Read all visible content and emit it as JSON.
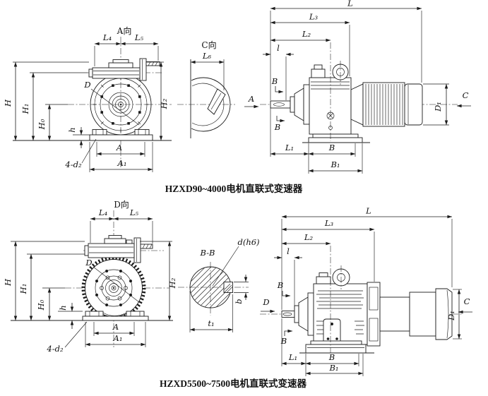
{
  "colors": {
    "ink": "#1c1c1c",
    "background": "#ffffff"
  },
  "top": {
    "caption": "HZXD90~4000电机直联式变速器",
    "front": {
      "view_label": "A向",
      "dim_d": "D",
      "dim_l4": "L₄",
      "dim_l5": "L₅",
      "dim_h": "H",
      "dim_h1": "H₁",
      "dim_h0": "H₀",
      "dim_h_small": "h",
      "dim_h2": "H₂",
      "dim_a": "A",
      "dim_a1": "A₁",
      "foot_holes": "4-d₂"
    },
    "aux": {
      "view_label": "C向",
      "dim_l6": "L₆",
      "arrow_a": "A"
    },
    "side": {
      "dim_l": "L",
      "dim_l3": "L₃",
      "dim_l2": "L₂",
      "dim_l_small": "l",
      "section_b_top": "B",
      "section_b_bottom": "B",
      "dim_l1": "L₁",
      "dim_b": "B",
      "dim_b1": "B₁",
      "dim_d1": "D₁",
      "arrow_c": "C"
    }
  },
  "bottom": {
    "caption": "HZXD5500~7500电机直联式变速器",
    "front": {
      "view_label": "D向",
      "dim_d": "D",
      "dim_l4": "L₄",
      "dim_l5": "L₅",
      "dim_h": "H",
      "dim_h1": "H₁",
      "dim_h0": "H₀",
      "dim_h_small": "h",
      "dim_h2": "H₂",
      "dim_a": "A",
      "dim_a1": "A₁",
      "foot_holes": "4-d₂"
    },
    "section": {
      "view_label": "B-B",
      "dim_d": "d(h6)",
      "dim_b": "b",
      "dim_t1": "t₁"
    },
    "side": {
      "dim_l": "L",
      "dim_l3": "L₃",
      "dim_l2": "L₂",
      "dim_l_small": "l",
      "section_b_top": "B",
      "section_b_bottom": "B",
      "arrow_d": "D",
      "dim_l1": "L₁",
      "dim_b": "B",
      "dim_b1": "B₁",
      "dim_d1": "D₁",
      "arrow_c": "C"
    }
  }
}
